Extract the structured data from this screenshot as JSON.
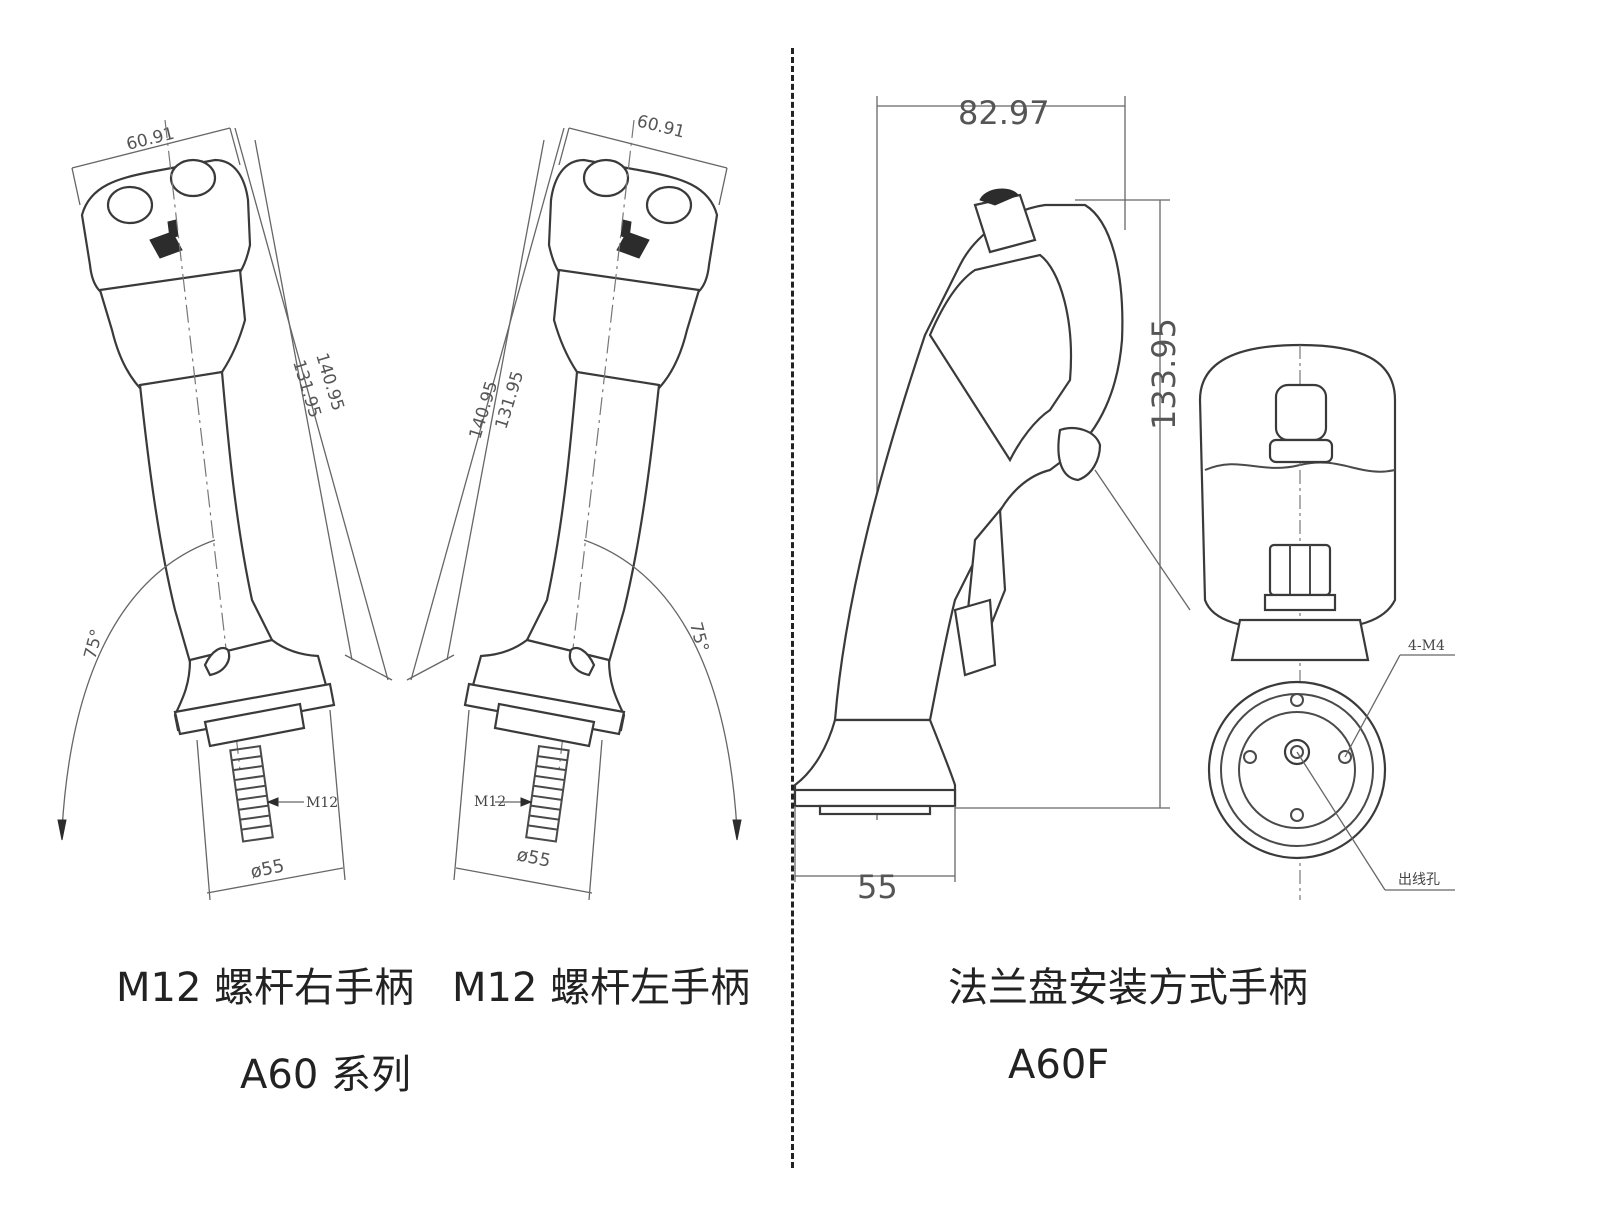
{
  "left_group": {
    "right_handle": {
      "caption": "M12 螺杆右手柄",
      "dim_width": "60.91",
      "dim_height_outer": "140.95",
      "dim_height_inner": "131.95",
      "dim_angle": "75°",
      "dim_base": "ø55",
      "thread_label": "M12"
    },
    "left_handle": {
      "caption": "M12 螺杆左手柄",
      "dim_width": "60.91",
      "dim_height_outer": "140.95",
      "dim_height_inner": "131.95",
      "dim_angle": "75°",
      "dim_base": "ø55",
      "thread_label": "M12"
    },
    "series_label": "A60 系列"
  },
  "right_group": {
    "caption": "法兰盘安装方式手柄",
    "model_label": "A60F",
    "dim_width": "82.97",
    "dim_height": "133.95",
    "dim_base": "55",
    "hole_label": "4-M4",
    "outlet_label": "出线孔"
  }
}
